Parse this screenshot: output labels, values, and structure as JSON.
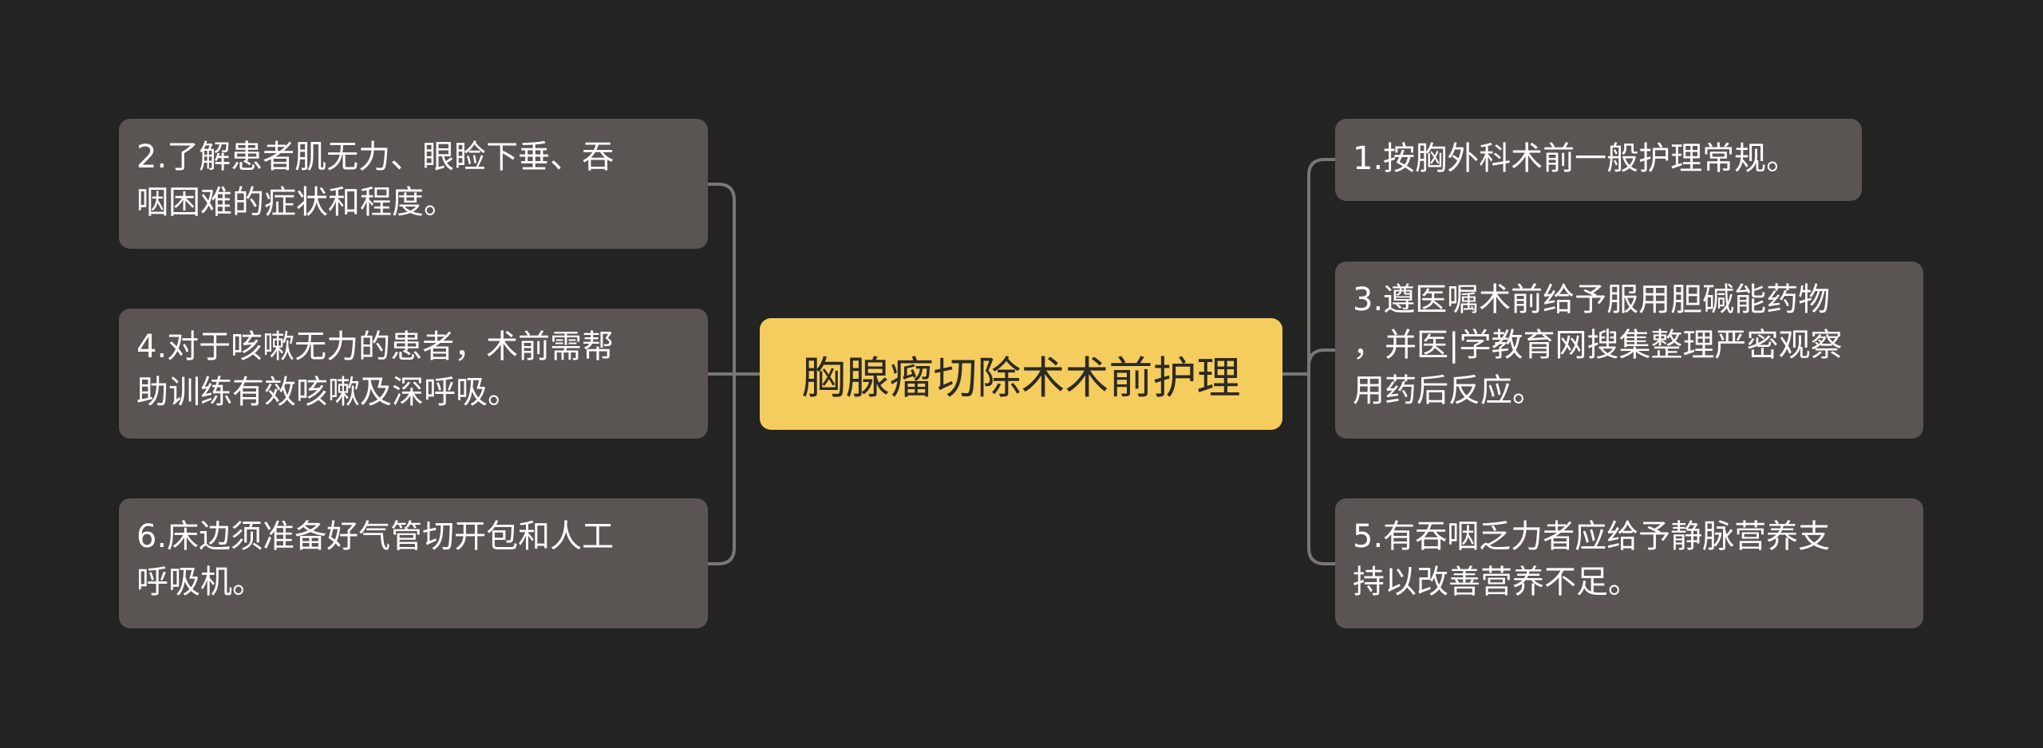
{
  "root": {
    "title": "胸腺瘤切除术术前护理"
  },
  "branches_left": [
    {
      "lines": [
        "2.了解患者肌无力、眼睑下垂、吞",
        "咽困难的症状和程度。"
      ]
    },
    {
      "lines": [
        "4.对于咳嗽无力的患者，术前需帮",
        "助训练有效咳嗽及深呼吸。"
      ]
    },
    {
      "lines": [
        "6.床边须准备好气管切开包和人工",
        "呼吸机。"
      ]
    }
  ],
  "branches_right": [
    {
      "lines": [
        "1.按胸外科术前一般护理常规。"
      ]
    },
    {
      "lines": [
        "3.遵医嘱术前给予服用胆碱能药物",
        "，并医|学教育网搜集整理严密观察",
        "用药后反应。"
      ]
    },
    {
      "lines": [
        "5.有吞咽乏力者应给予静脉营养支",
        "持以改善营养不足。"
      ]
    }
  ],
  "colors": {
    "background": "#232322",
    "root_fill": "#f5cd5e",
    "node_fill": "#5a5553",
    "connector": "#7a7673"
  }
}
